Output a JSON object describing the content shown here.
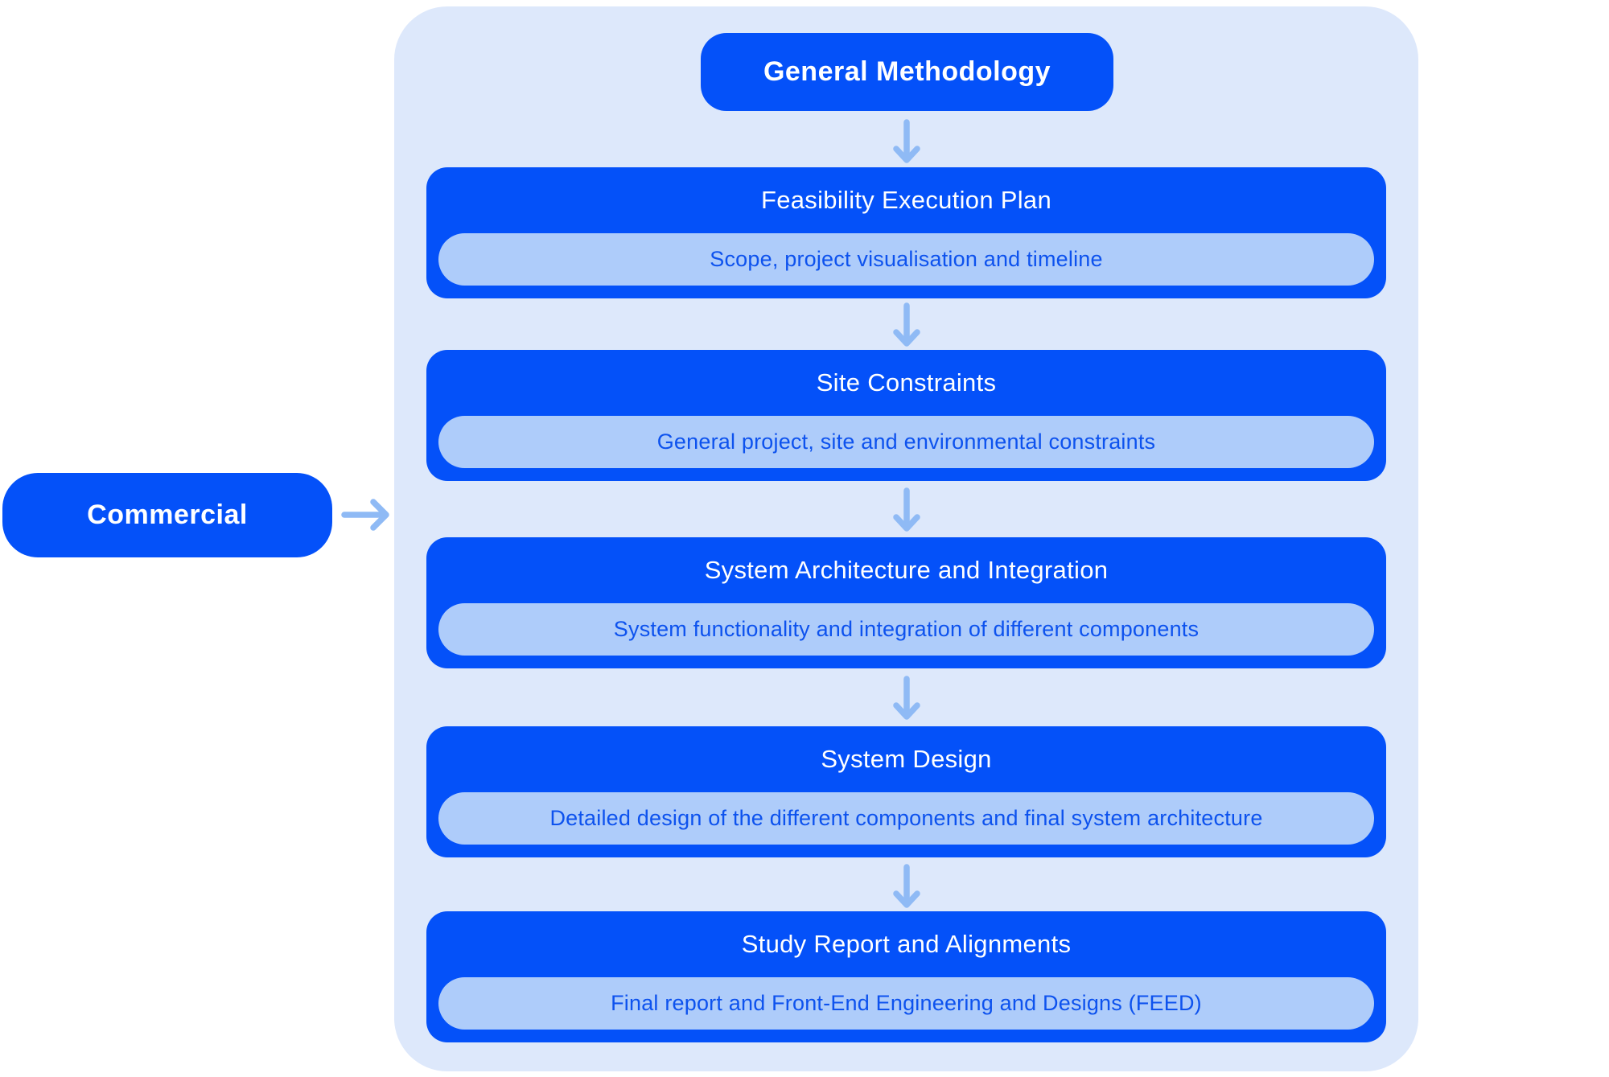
{
  "palette": {
    "page_bg": "#ffffff",
    "container_bg": "#dde8fb",
    "primary_blue": "#0451f9",
    "inner_pill_bg": "#aeccfa",
    "subtitle_text": "#0d52ee",
    "arrow_color": "#8fbaf5",
    "title_text": "#ffffff"
  },
  "icons": {
    "down_arrow": "↓",
    "right_arrow": "→"
  },
  "commercial": {
    "label": "Commercial"
  },
  "diagram": {
    "title": "General Methodology",
    "steps": [
      {
        "title": "Feasibility Execution Plan",
        "subtitle": "Scope, project visualisation and timeline"
      },
      {
        "title": "Site Constraints",
        "subtitle": "General project, site and environmental constraints"
      },
      {
        "title": "System Architecture and Integration",
        "subtitle": "System functionality and integration of different components"
      },
      {
        "title": "System Design",
        "subtitle": "Detailed design of the different components and final system architecture"
      },
      {
        "title": "Study Report and Alignments",
        "subtitle": "Final report and Front-End Engineering and Designs (FEED)"
      }
    ]
  }
}
